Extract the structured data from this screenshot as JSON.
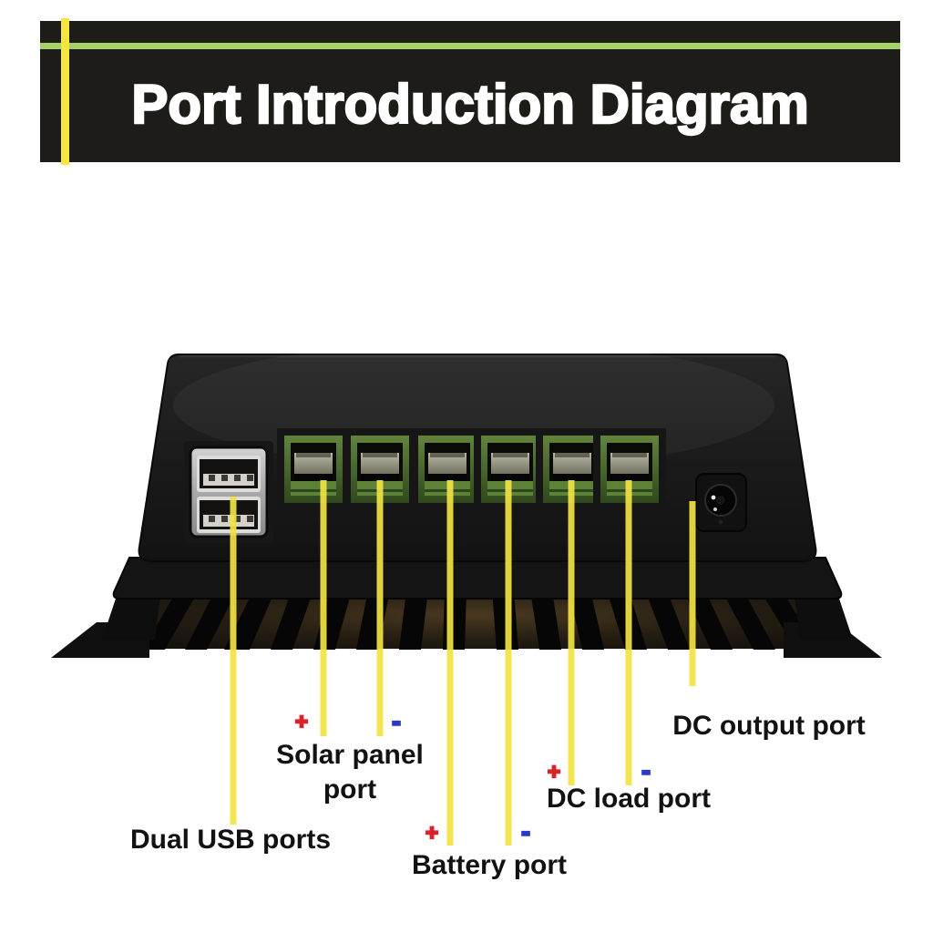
{
  "banner": {
    "title": "Port Introduction Diagram",
    "bg_color": "#1e1c18",
    "text_color": "#ffffff",
    "green_stripe_color": "#a4d16b",
    "yellow_stripe_color": "#f6e53d"
  },
  "device": {
    "type": "solar-charge-controller-rear-panel",
    "ports": [
      {
        "id": "dual-usb-port"
      },
      {
        "id": "solar-panel-positive-terminal"
      },
      {
        "id": "solar-panel-negative-terminal"
      },
      {
        "id": "battery-positive-terminal"
      },
      {
        "id": "battery-negative-terminal"
      },
      {
        "id": "dc-load-positive-terminal"
      },
      {
        "id": "dc-load-negative-terminal"
      },
      {
        "id": "dc-output-jack"
      }
    ]
  },
  "annotations": {
    "pointer_line_color": "#f2e343",
    "plus_color": "#d7232b",
    "minus_color": "#2b3ac6",
    "text_color": "#121212",
    "usb": {
      "label": "Dual USB ports"
    },
    "solar": {
      "plus": "+",
      "minus": "-",
      "label_line1": "Solar panel",
      "label_line2": "port"
    },
    "battery": {
      "plus": "+",
      "minus": "-",
      "label": "Battery port"
    },
    "dc_load": {
      "plus": "+",
      "minus": "-",
      "label": "DC load port"
    },
    "dc_output": {
      "label": "DC output port"
    }
  }
}
